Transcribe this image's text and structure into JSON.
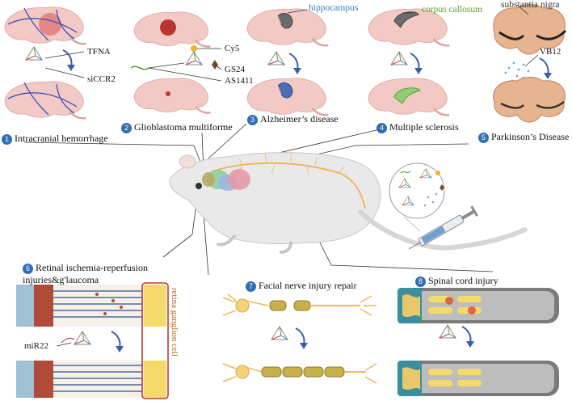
{
  "diseases": [
    {
      "num": "1",
      "label": "Intracranial hemorrhage"
    },
    {
      "num": "2",
      "label": "Glioblastoma multiforme"
    },
    {
      "num": "3",
      "label": "Alzheimer’s disease"
    },
    {
      "num": "4",
      "label": "Multiple sclerosis"
    },
    {
      "num": "5",
      "label": "Parkinson’s Disease"
    },
    {
      "num": "6",
      "label_line1": "Retinal ischemia-reperfusion",
      "label_line2": "injuries&g'laucoma"
    },
    {
      "num": "7",
      "label": "Facial nerve injury repair"
    },
    {
      "num": "8",
      "label": "Spinal cord injury"
    }
  ],
  "molecules": {
    "tfna": "TFNA",
    "siccr2": "siCCR2",
    "cy5": "Cy5",
    "gs24": "GS24",
    "as1411": "AS1411",
    "vb12": "VB12",
    "mir22": "miR22"
  },
  "regions": {
    "hippocampus": "hippocampus",
    "corpus_callosum": "corpus callosum",
    "substantia_nigra": "substantia nigra",
    "retina_ganglion_cell": "retina ganglion cell"
  },
  "colors": {
    "badge": "#2f6db5",
    "brain": "#f2c9c4",
    "hippocampus_text": "#3a7fc4",
    "corpus_callosum_text": "#5aa02c",
    "retina_frame": "#b83a3a"
  }
}
